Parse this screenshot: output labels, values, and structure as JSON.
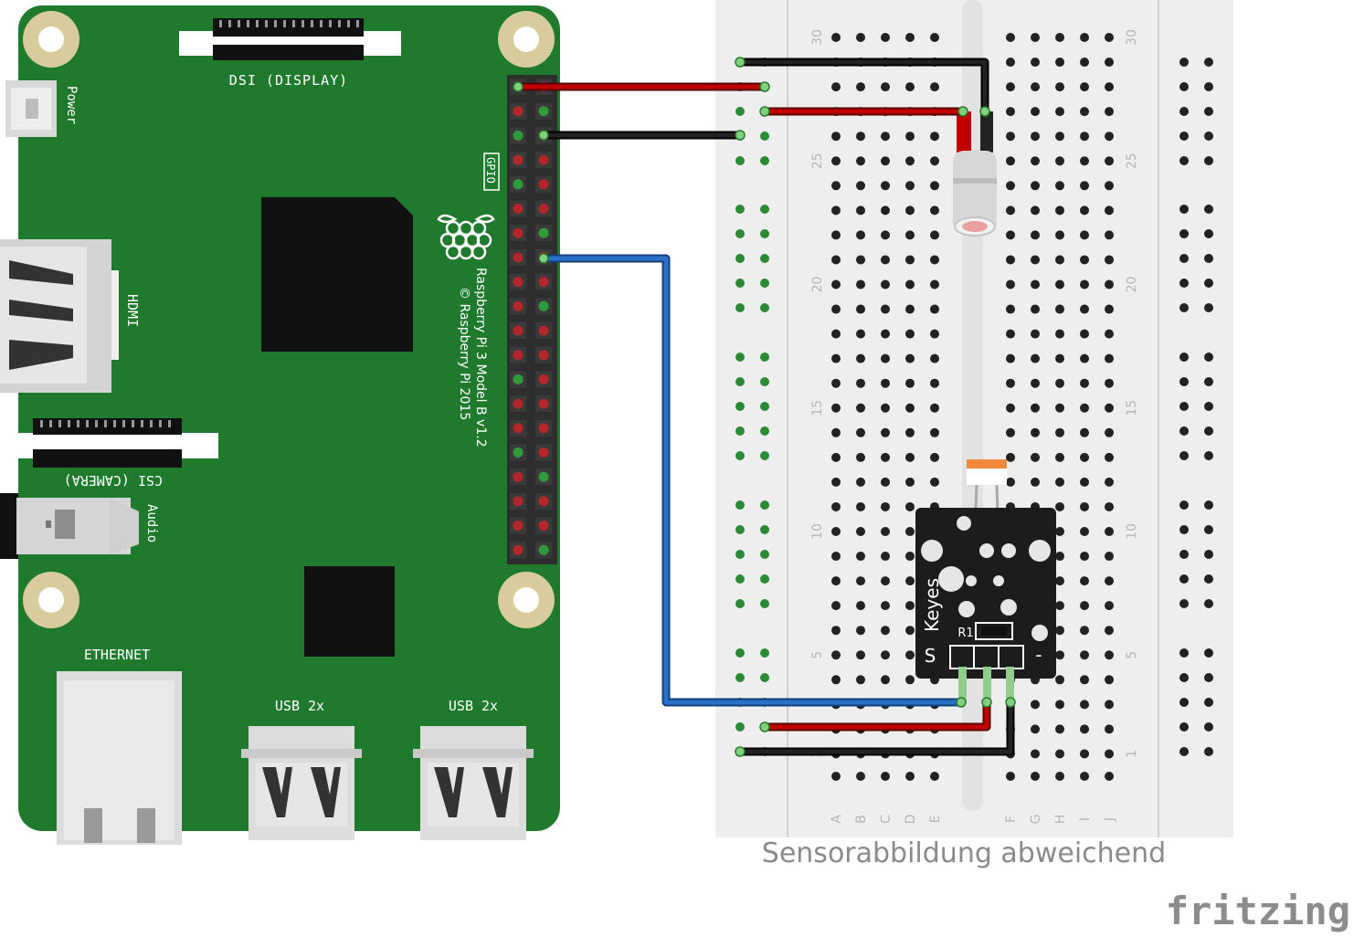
{
  "board": {
    "dsi_label": "DSI (DISPLAY)",
    "power_label": "Power",
    "hdmi_label": "HDMI",
    "csi_label": "CSI (CAMERA)",
    "audio_label": "Audio",
    "gpio_label": "GPIO",
    "model_line1": "Raspberry Pi 3 Model B v1.2",
    "model_line2": "© Raspberry Pi 2015",
    "ethernet_label": "ETHERNET",
    "usb1_label": "USB 2x",
    "usb2_label": "USB 2x"
  },
  "breadboard": {
    "row_numbers": [
      "30",
      "25",
      "20",
      "15",
      "10",
      "5",
      "1"
    ],
    "column_letters_left": [
      "A",
      "B",
      "C",
      "D",
      "E"
    ],
    "column_letters_right": [
      "F",
      "G",
      "H",
      "I",
      "J"
    ]
  },
  "sensor_module": {
    "brand": "Keyes",
    "component_label": "R1",
    "pin_signal_label": "S",
    "pin_minus_label": "-"
  },
  "caption": "Sensorabbildung abweichend",
  "watermark": "fritzing",
  "colors": {
    "pcb": "#1f7a2e",
    "wire_red": "#c00000",
    "wire_black": "#1a1a1a",
    "wire_blue": "#2a6fc9",
    "breadboard": "#eeeeee"
  }
}
